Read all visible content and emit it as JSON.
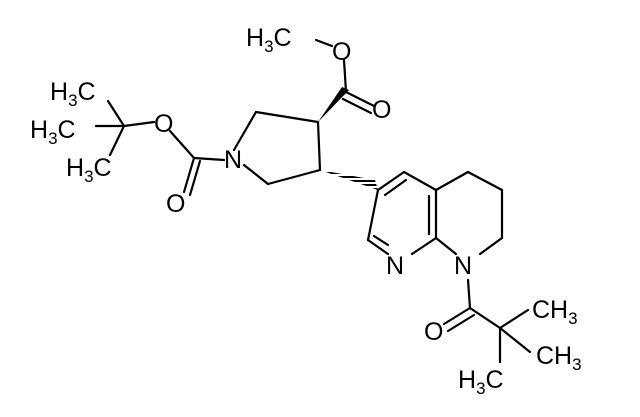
{
  "structure": {
    "atom_labels": {
      "o_methoxy": "O",
      "o_carbonyl_ester": "O",
      "o_boc_ether": "O",
      "o_boc_carbonyl": "O",
      "n_pyrrolidine": "N",
      "n_pyridine": "N",
      "n_amide": "N",
      "o_amide": "O"
    },
    "methyl_groups": {
      "methyl_ester": {
        "prefix": "H",
        "sub": "3",
        "suffix": "C"
      },
      "boc_me_1": {
        "prefix": "H",
        "sub": "3",
        "suffix": "C"
      },
      "boc_me_2": {
        "prefix": "H",
        "sub": "3",
        "suffix": "C"
      },
      "boc_me_3": {
        "prefix": "H",
        "sub": "3",
        "suffix": "C"
      },
      "piv_me_1": {
        "prefix": "CH",
        "sub": "3",
        "suffix": ""
      },
      "piv_me_2": {
        "prefix": "CH",
        "sub": "3",
        "suffix": ""
      },
      "piv_me_3": {
        "prefix": "H",
        "sub": "3",
        "suffix": "C"
      }
    }
  }
}
